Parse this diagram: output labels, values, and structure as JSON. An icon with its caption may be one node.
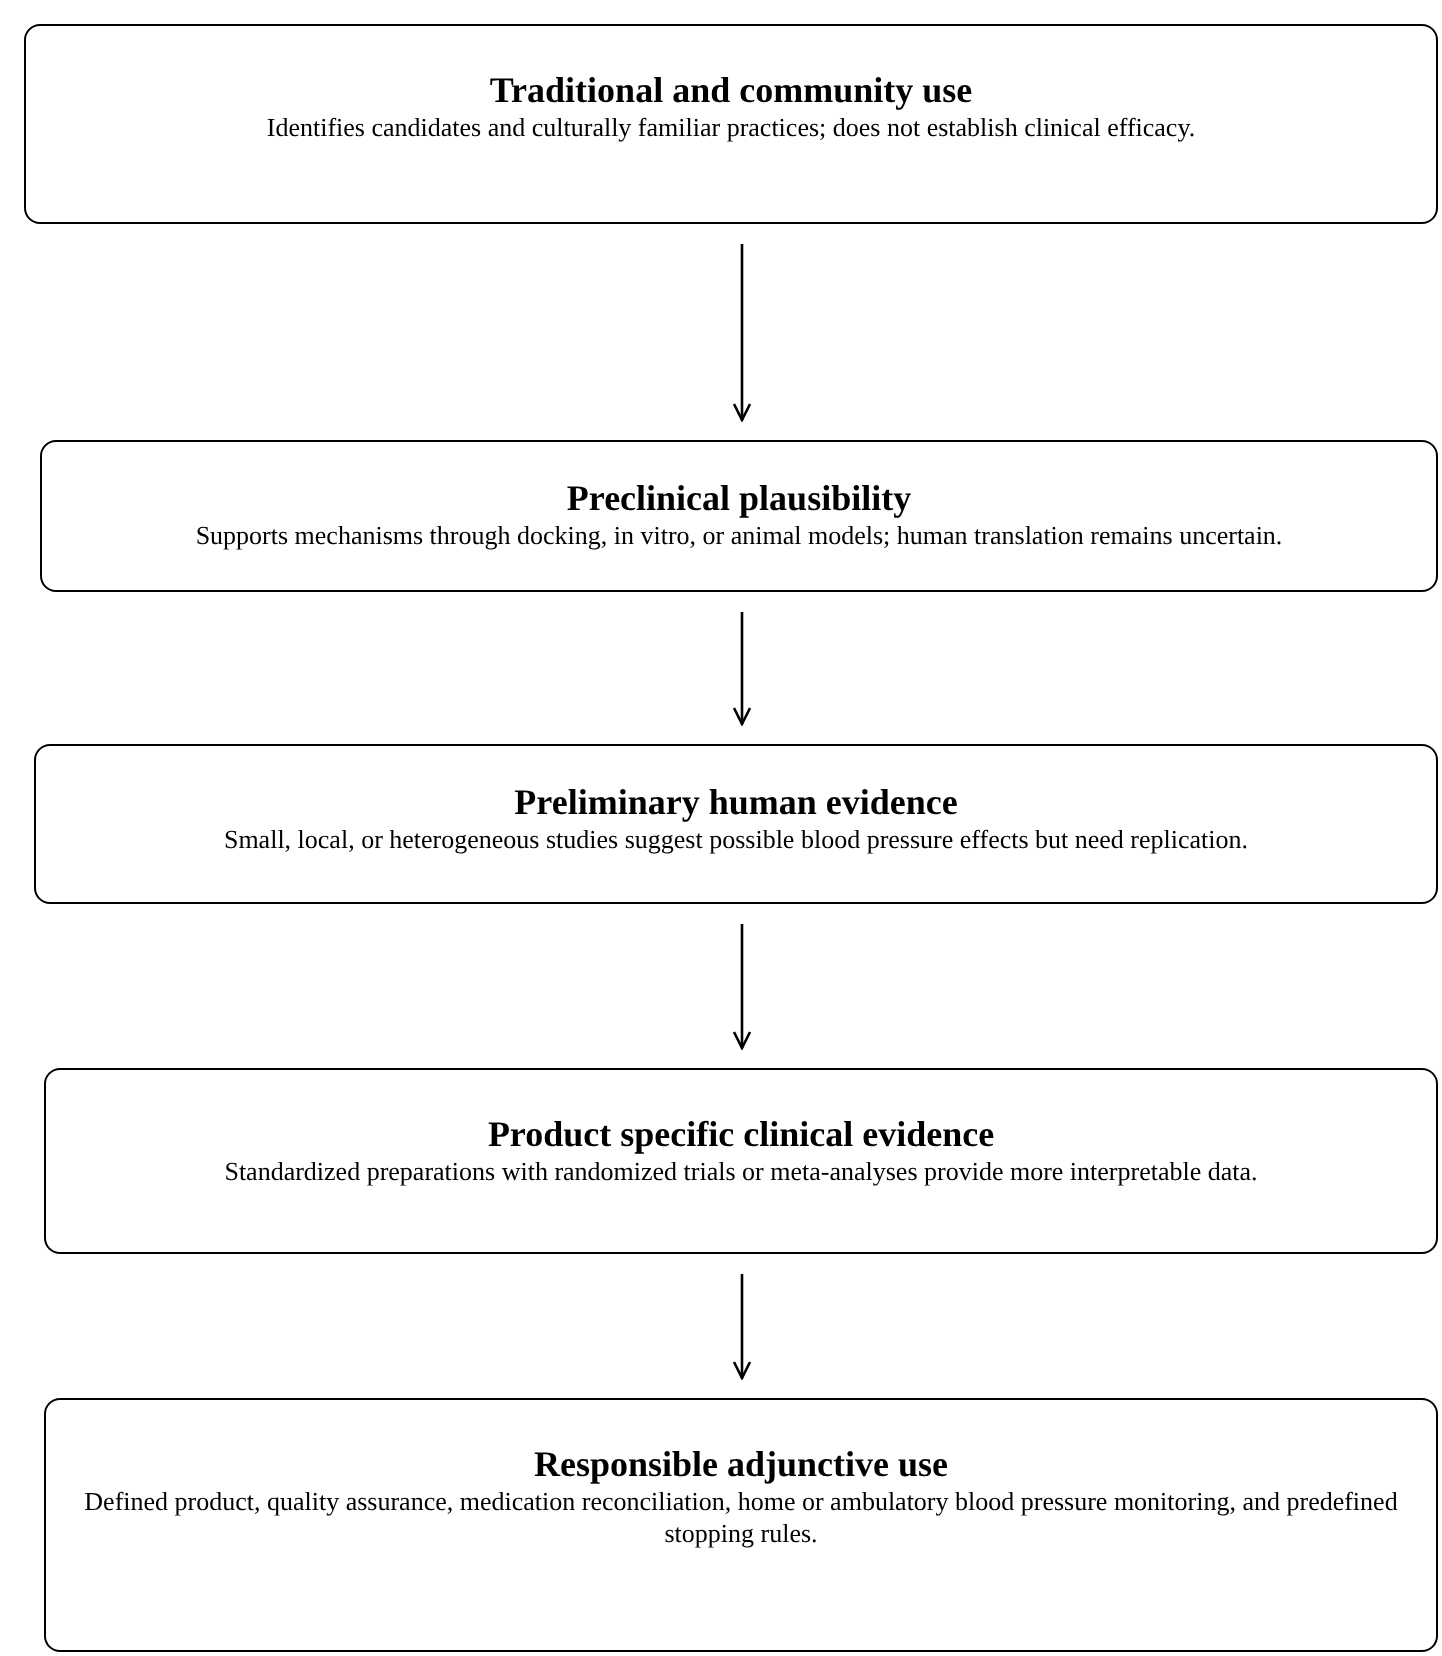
{
  "diagram": {
    "nodes": [
      {
        "text": [
          "Traditional and community use",
          "Identifies candidates and culturally familiar practices; does not establish clinical efficacy."
        ]
      },
      {
        "text": [
          "Preclinical plausibility",
          "Supports mechanisms through docking, in vitro, or animal models; human translation remains uncertain."
        ]
      },
      {
        "text": [
          "Preliminary human evidence",
          "Small, local, or heterogeneous studies suggest possible blood pressure effects but need replication."
        ]
      },
      {
        "text": [
          "Product specific clinical evidence",
          "Standardized preparations with randomized trials or meta-analyses provide more interpretable data."
        ]
      },
      {
        "text": [
          "Responsible adjunctive use",
          "Defined product, quality assurance, medication reconciliation, home or ambulatory blood pressure monitoring, and predefined stopping rules."
        ]
      }
    ],
    "edges": [
      {
        "from": 0,
        "to": 1,
        "arrow": "to"
      },
      {
        "from": 1,
        "to": 2,
        "arrow": "to"
      },
      {
        "from": 2,
        "to": 3,
        "arrow": "to"
      },
      {
        "from": 3,
        "to": 4,
        "arrow": "to"
      }
    ]
  }
}
